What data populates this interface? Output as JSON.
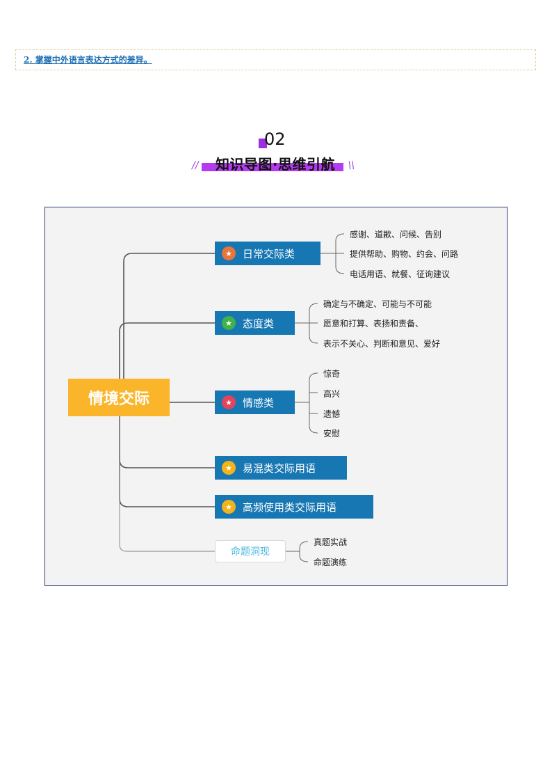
{
  "goal": {
    "text": "2.  掌握中外语言表达方式的差异。"
  },
  "section": {
    "number": "02",
    "title": "知识导图·思维引航",
    "slash_left": "//",
    "slash_right": "\\\\"
  },
  "mindmap": {
    "root": "情境交际",
    "branches": [
      {
        "label": "日常交际类",
        "icon_color": "#e8743b",
        "icon": "star-icon",
        "leaves": [
          "感谢、道歉、问候、告别",
          "提供帮助、购物、约会、问路",
          "电话用语、就餐、征询建议"
        ]
      },
      {
        "label": "态度类",
        "icon_color": "#3fb24a",
        "icon": "star-icon",
        "leaves": [
          "确定与不确定、可能与不可能",
          "愿意和打算、表扬和责备、",
          "表示不关心、判断和意见、爱好"
        ]
      },
      {
        "label": "情感类",
        "icon_color": "#e0455d",
        "icon": "star-icon",
        "leaves": [
          "惊奇",
          "高兴",
          "遗憾",
          "安慰"
        ]
      },
      {
        "label": "易混类交际用语",
        "icon_color": "#f2b31b",
        "icon": "star-icon",
        "leaves": []
      },
      {
        "label": "高频使用类交际用语",
        "icon_color": "#f2b31b",
        "icon": "star-icon",
        "leaves": []
      },
      {
        "label": "命题洞现",
        "leaves": [
          "真题实战",
          "命题演练"
        ]
      }
    ]
  }
}
